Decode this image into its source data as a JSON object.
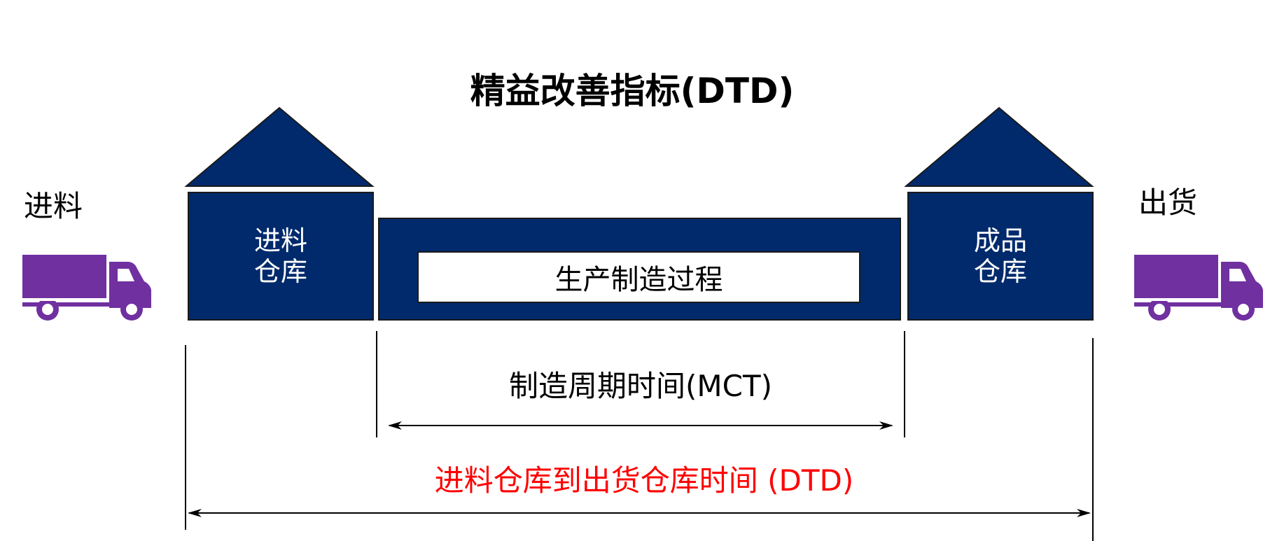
{
  "title": "精益改善指标(DTD)",
  "left_label": "进料",
  "right_label": "出货",
  "incoming_warehouse": {
    "line1": "进料",
    "line2": "仓库"
  },
  "process": {
    "label": "生产制造过程"
  },
  "finished_warehouse": {
    "line1": "成品",
    "line2": "仓库"
  },
  "mct_label": "制造周期时间(MCT)",
  "dtd_label": "进料仓库到出货仓库时间 (DTD)",
  "colors": {
    "warehouse_fill": "#002a6c",
    "truck": "#7030a0",
    "dtd_text": "#ff0000"
  },
  "icons": [
    "truck-icon",
    "truck-icon"
  ]
}
